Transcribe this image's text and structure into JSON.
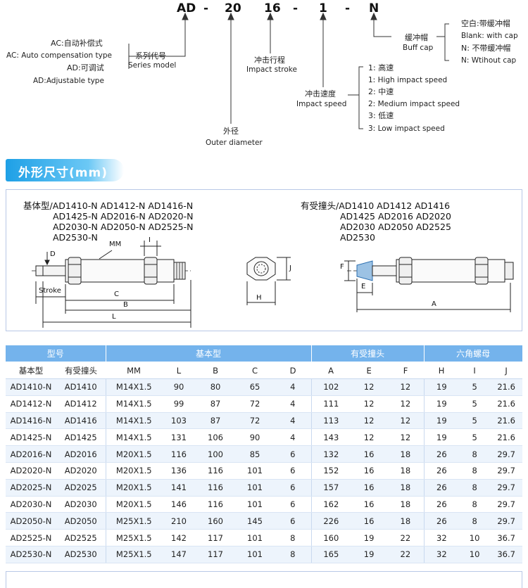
{
  "model_code": {
    "parts": [
      "AD",
      "-",
      "20",
      "16",
      "-",
      "1",
      "-",
      "N"
    ],
    "series": {
      "label_cn": "系列代号",
      "label_en": "Series model",
      "options": [
        {
          "code": "AC:",
          "cn": "自动补偿式",
          "en": "Auto compensation type"
        },
        {
          "code": "AD:",
          "cn": "可调试",
          "en": "Adjustable type"
        }
      ]
    },
    "outer_diameter": {
      "cn": "外径",
      "en": "Outer diameter"
    },
    "impact_stroke": {
      "cn": "冲击行程",
      "en": "Impact stroke"
    },
    "impact_speed": {
      "cn": "冲击速度",
      "en": "Impact  speed",
      "options": [
        {
          "code": "1:",
          "cn": "高速",
          "en": "High impact speed"
        },
        {
          "code": "2:",
          "cn": "中速",
          "en": "Medium impact speed"
        },
        {
          "code": "3:",
          "cn": "低速",
          "en": "Low impact speed"
        }
      ]
    },
    "buff_cap": {
      "cn": "缓冲帽",
      "en": "Buff cap",
      "options": [
        {
          "code": "空白:",
          "cn": "带缓冲帽",
          "en": "Blank:",
          "en_text": "with cap"
        },
        {
          "code": "N:",
          "cn": "不带缓冲帽",
          "en": "N:",
          "en_text": "Wtihout cap"
        }
      ]
    }
  },
  "section_title": "外形尺寸(mm)",
  "drawing": {
    "basic_title_lines": [
      "基体型/AD1410-N  AD1412-N  AD1416-N",
      "AD1425-N  AD2016-N  AD2020-N",
      "AD2030-N  AD2050-N  AD2525-N",
      "AD2530-N"
    ],
    "cap_title_lines": [
      "有受撞头/AD1410    AD1412   AD1416",
      "AD1425     AD2016   AD2020",
      "AD2030     AD2050   AD2525",
      "AD2530"
    ],
    "dim_labels": {
      "D": "D",
      "MM": "MM",
      "I": "I",
      "Stroke": "Stroke",
      "C": "C",
      "B": "B",
      "L": "L",
      "J": "J",
      "H": "H",
      "F": "F",
      "E": "E",
      "A": "A"
    }
  },
  "table": {
    "group_headers": [
      "型号",
      "基本型",
      "有受撞头",
      "六角螺母"
    ],
    "column_headers": [
      "基本型",
      "有受撞头",
      "MM",
      "L",
      "B",
      "C",
      "D",
      "A",
      "E",
      "F",
      "H",
      "I",
      "J"
    ],
    "rows": [
      [
        "AD1410-N",
        "AD1410",
        "M14X1.5",
        "90",
        "80",
        "65",
        "4",
        "102",
        "12",
        "12",
        "19",
        "5",
        "21.6"
      ],
      [
        "AD1412-N",
        "AD1412",
        "M14X1.5",
        "99",
        "87",
        "72",
        "4",
        "111",
        "12",
        "12",
        "19",
        "5",
        "21.6"
      ],
      [
        "AD1416-N",
        "AD1416",
        "M14X1.5",
        "103",
        "87",
        "72",
        "4",
        "113",
        "12",
        "12",
        "19",
        "5",
        "21.6"
      ],
      [
        "AD1425-N",
        "AD1425",
        "M14X1.5",
        "131",
        "106",
        "90",
        "4",
        "143",
        "12",
        "12",
        "19",
        "5",
        "21.6"
      ],
      [
        "AD2016-N",
        "AD2016",
        "M20X1.5",
        "116",
        "100",
        "85",
        "6",
        "132",
        "16",
        "18",
        "26",
        "8",
        "29.7"
      ],
      [
        "AD2020-N",
        "AD2020",
        "M20X1.5",
        "136",
        "116",
        "101",
        "6",
        "152",
        "16",
        "18",
        "26",
        "8",
        "29.7"
      ],
      [
        "AD2025-N",
        "AD2025",
        "M20X1.5",
        "141",
        "116",
        "101",
        "6",
        "157",
        "16",
        "18",
        "26",
        "8",
        "29.7"
      ],
      [
        "AD2030-N",
        "AD2030",
        "M20X1.5",
        "146",
        "116",
        "101",
        "6",
        "162",
        "16",
        "18",
        "26",
        "8",
        "29.7"
      ],
      [
        "AD2050-N",
        "AD2050",
        "M25X1.5",
        "210",
        "160",
        "145",
        "6",
        "226",
        "16",
        "18",
        "26",
        "8",
        "29.7"
      ],
      [
        "AD2525-N",
        "AD2525",
        "M25X1.5",
        "142",
        "117",
        "101",
        "8",
        "160",
        "19",
        "22",
        "32",
        "10",
        "36.7"
      ],
      [
        "AD2530-N",
        "AD2530",
        "M25X1.5",
        "147",
        "117",
        "101",
        "8",
        "165",
        "19",
        "22",
        "32",
        "10",
        "36.7"
      ]
    ]
  },
  "colors": {
    "banner": "#1ea0e6",
    "table_header": "#74b3ec",
    "row_stripe": "#edf4fc",
    "panel_border": "#b9c8e6"
  }
}
